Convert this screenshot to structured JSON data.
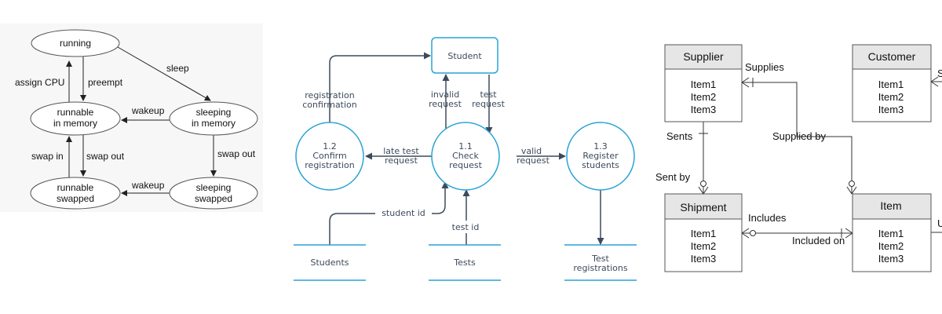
{
  "state_diagram": {
    "states": {
      "running": "running",
      "runnable_mem_1": "runnable",
      "runnable_mem_2": "in memory",
      "sleeping_mem_1": "sleeping",
      "sleeping_mem_2": "in memory",
      "runnable_swp_1": "runnable",
      "runnable_swp_2": "swapped",
      "sleeping_swp_1": "sleeping",
      "sleeping_swp_2": "swapped"
    },
    "transitions": {
      "sleep": "sleep",
      "assign_cpu": "assign CPU",
      "preempt": "preempt",
      "wakeup_top": "wakeup",
      "swap_in": "swap in",
      "swap_out_left": "swap out",
      "swap_out_right": "swap out",
      "wakeup_bottom": "wakeup"
    }
  },
  "dfd": {
    "entity": "Student",
    "processes": {
      "p12": [
        "1.2",
        "Confirm",
        "registration"
      ],
      "p11": [
        "1.1",
        "Check",
        "request"
      ],
      "p13": [
        "1.3",
        "Register",
        "students"
      ]
    },
    "stores": {
      "students": "Students",
      "tests": "Tests",
      "test_reg_1": "Test",
      "test_reg_2": "registrations"
    },
    "flows": {
      "reg_conf_1": "registration",
      "reg_conf_2": "confirmation",
      "invalid_1": "invalid",
      "invalid_2": "request",
      "test_req_1": "test",
      "test_req_2": "request",
      "late_1": "late test",
      "late_2": "request",
      "valid_1": "valid",
      "valid_2": "request",
      "student_id": "student id",
      "test_id": "test id"
    }
  },
  "erd": {
    "entities": {
      "supplier": {
        "name": "Supplier",
        "items": [
          "Item1",
          "Item2",
          "Item3"
        ]
      },
      "customer": {
        "name": "Customer",
        "items": [
          "Item1",
          "Item2",
          "Item3"
        ]
      },
      "shipment": {
        "name": "Shipment",
        "items": [
          "Item1",
          "Item2",
          "Item3"
        ]
      },
      "item": {
        "name": "Item",
        "items": [
          "Item1",
          "Item2",
          "Item3"
        ]
      }
    },
    "relationships": {
      "supplies": "Supplies",
      "supplied_by": "Supplied by",
      "sents": "Sents",
      "sent_by": "Sent by",
      "includes": "Includes",
      "included_on": "Included on",
      "cut_s": "S",
      "cut_u": "U"
    }
  },
  "colors": {
    "dfd_accent": "#2aa3d6",
    "dfd_line": "#3d4a5c",
    "erd_header": "#e6e6e6",
    "state_fill": "#ffffff"
  }
}
